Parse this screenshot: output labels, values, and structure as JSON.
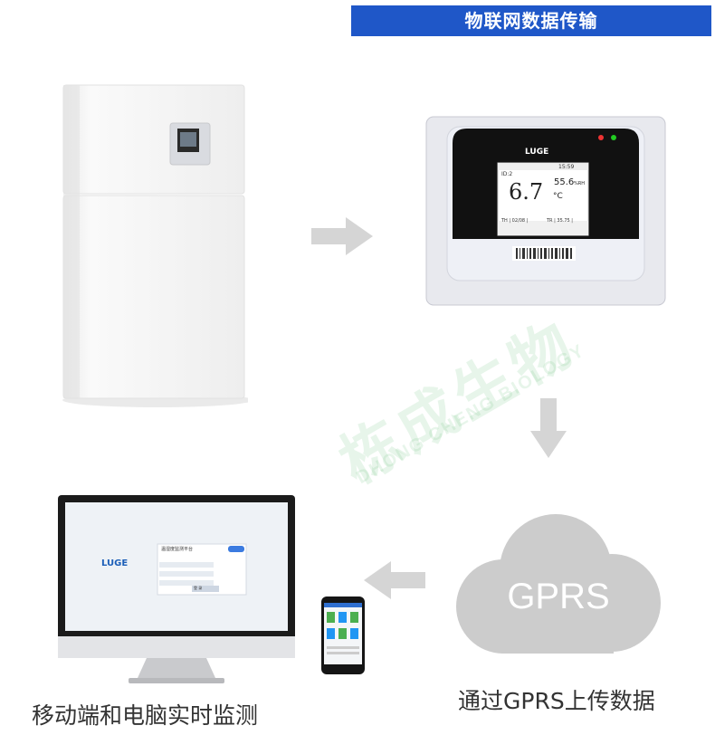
{
  "header": {
    "title": "物联网数据传输"
  },
  "watermark": {
    "brand_cn": "栋成生物",
    "brand_en": "DHONG CHENG BIOLOGY"
  },
  "device": {
    "logo": "LUGE",
    "screen": {
      "id": "ID:2",
      "time": "15:59",
      "temperature": "6.7",
      "temp_unit": "°C",
      "humidity": "55.6",
      "humidity_unit": "%RH",
      "left_status": "TH | 02/08 |",
      "right_status": "TR | 35.75 |"
    }
  },
  "cloud": {
    "label": "GPRS"
  },
  "monitor": {
    "logo": "LUGE",
    "platform_title": "温湿度监测平台",
    "login_button": "登 录"
  },
  "captions": {
    "left": "移动端和电脑实时监测",
    "right": "通过GPRS上传数据"
  },
  "colors": {
    "banner": "#1f57c8",
    "cloud": "#cccccc",
    "arrow": "#d5d5d5"
  }
}
